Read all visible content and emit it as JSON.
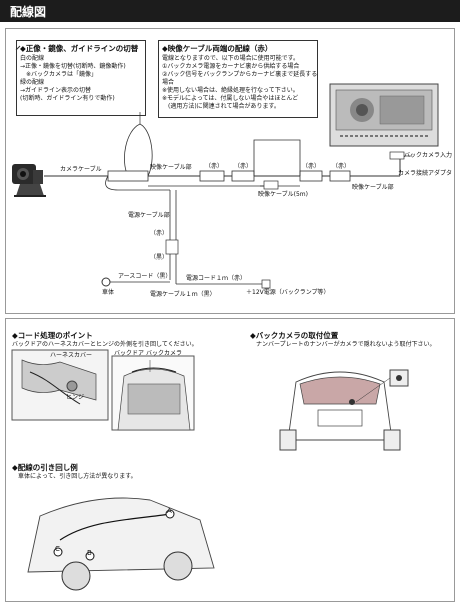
{
  "header": {
    "title": "配線図"
  },
  "wiring": {
    "box1": {
      "title": "◆正像・鏡像、ガイドラインの切替",
      "lines": [
        "白の配線",
        "→正像・鏡像を切替(切断時、鏡像動作)",
        "　※バックカメラは「鏡像」",
        "緑の配線",
        "→ガイドライン表示の切替",
        "(切断時、ガイドライン有りで動作)"
      ]
    },
    "box2": {
      "title": "◆映像ケーブル両端の配線（赤）",
      "lines": [
        "電線となりますので、以下の場合に使用可能です。",
        "①バックカメラ電源をカーナビ裏から供給する場合",
        "②バック信号をバックランプからカーナビ裏まで延長する",
        "場合",
        "※使用しない場合は、絶縁処理を行なって下さい。",
        "※モデルによっては、付属しない場合やはほとんど",
        "　(適用方法)に関連されて場合があります。"
      ]
    },
    "labels": {
      "camera_cable": "カメラケーブル",
      "video_cable_part_left": "映像ケーブル部",
      "video_cable_5m": "映像ケーブル(5m)",
      "video_cable_part_right": "映像ケーブル部",
      "back_camera_input": "バックカメラ入力",
      "adapter": "カメラ接続アダプタ",
      "power_cable_part": "電源ケーブル部",
      "earth_cord": "アースコード（黒）",
      "car_body": "車体",
      "power_cord_1m": "電源コード１ｍ（赤）",
      "power_cable_1m": "電源ケーブル１ｍ（黒）",
      "plus12v": "＋12V電源（バックランプ等）",
      "red": "（赤）",
      "black": "（黒）"
    }
  },
  "sections": {
    "cord": {
      "title": "◆コード処理のポイント",
      "desc": "バックドアのハーネスカバーとヒンジの外側を引き回してください。",
      "harness": "ハーネスカバー",
      "hinge": "ヒンジ",
      "backdoor": "バックドア",
      "backcamera": "バックカメラ"
    },
    "mount": {
      "title": "◆バックカメラの取付位置",
      "desc": "ナンバープレートのナンバーがカメラで隠れないよう取付下さい。"
    },
    "routing": {
      "title": "◆配線の引き回し例",
      "desc": "車体によって、引き回し方法が異なります。",
      "marks": [
        "A",
        "B",
        "C"
      ]
    }
  }
}
